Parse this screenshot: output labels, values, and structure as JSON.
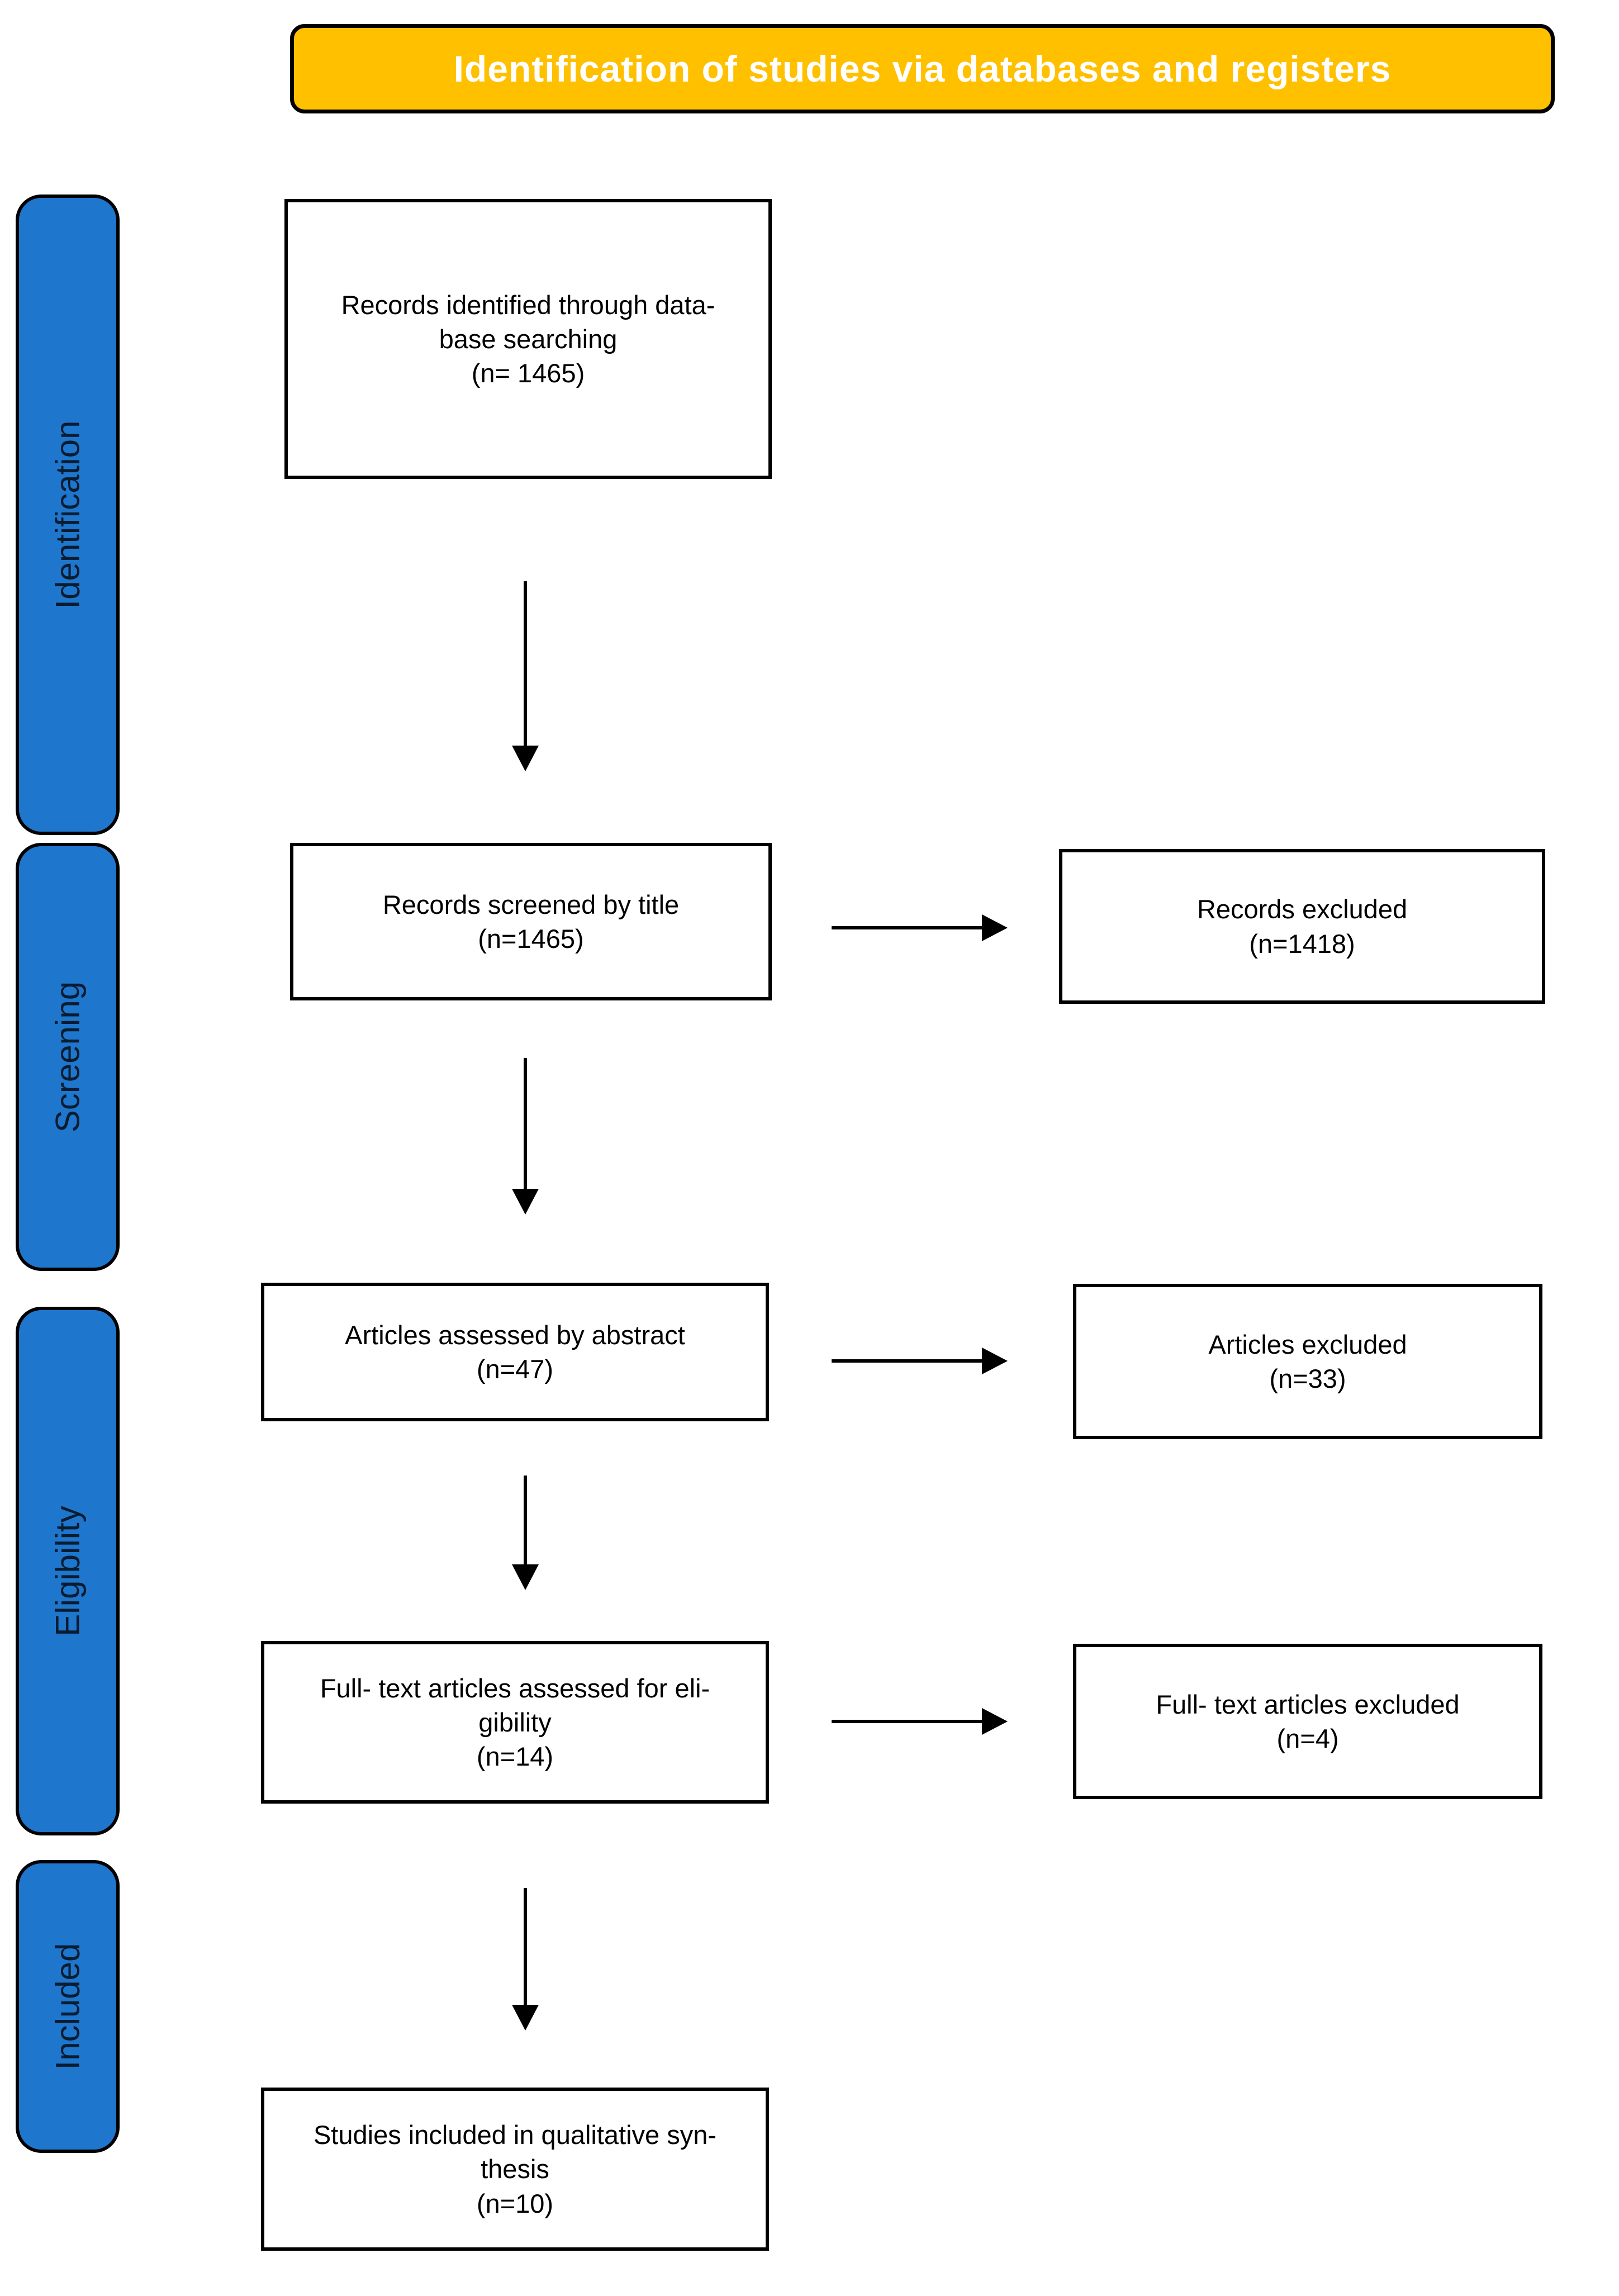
{
  "banner": {
    "label": "Identification of studies via databases and registers"
  },
  "sidebar": {
    "stages": [
      {
        "id": "identification",
        "label": "Identification"
      },
      {
        "id": "screening",
        "label": "Screening"
      },
      {
        "id": "eligibility",
        "label": "Eligibility"
      },
      {
        "id": "included",
        "label": "Included"
      }
    ]
  },
  "flow": {
    "boxes": {
      "identified": {
        "lines": [
          "Records identified through data-",
          "base searching",
          "(n= 1465)"
        ],
        "n": 1465
      },
      "screened": {
        "lines": [
          "Records screened by title",
          "(n=1465)"
        ],
        "n": 1465
      },
      "records_excluded": {
        "lines": [
          "Records excluded",
          "(n=1418)"
        ],
        "n": 1418
      },
      "abstract_assessed": {
        "lines": [
          "Articles assessed by abstract",
          "(n=47)"
        ],
        "n": 47
      },
      "articles_excluded": {
        "lines": [
          "Articles excluded",
          "(n=33)"
        ],
        "n": 33
      },
      "fulltext_assessed": {
        "lines": [
          "Full- text articles assessed for eli-",
          "gibility",
          "(n=14)"
        ],
        "n": 14
      },
      "fulltext_excluded": {
        "lines": [
          "Full- text articles excluded",
          "(n=4)"
        ],
        "n": 4
      },
      "included_studies": {
        "lines": [
          "Studies included in qualitative syn-",
          "thesis",
          "(n=10)"
        ],
        "n": 10
      }
    }
  },
  "colors": {
    "banner_bg": "#FFC000",
    "banner_text": "#FFFFFF",
    "stage_bg": "#1E76CD",
    "stage_text": "#0A1C30",
    "box_bg": "#FFFFFF",
    "box_border": "#000000",
    "arrow": "#000000"
  }
}
